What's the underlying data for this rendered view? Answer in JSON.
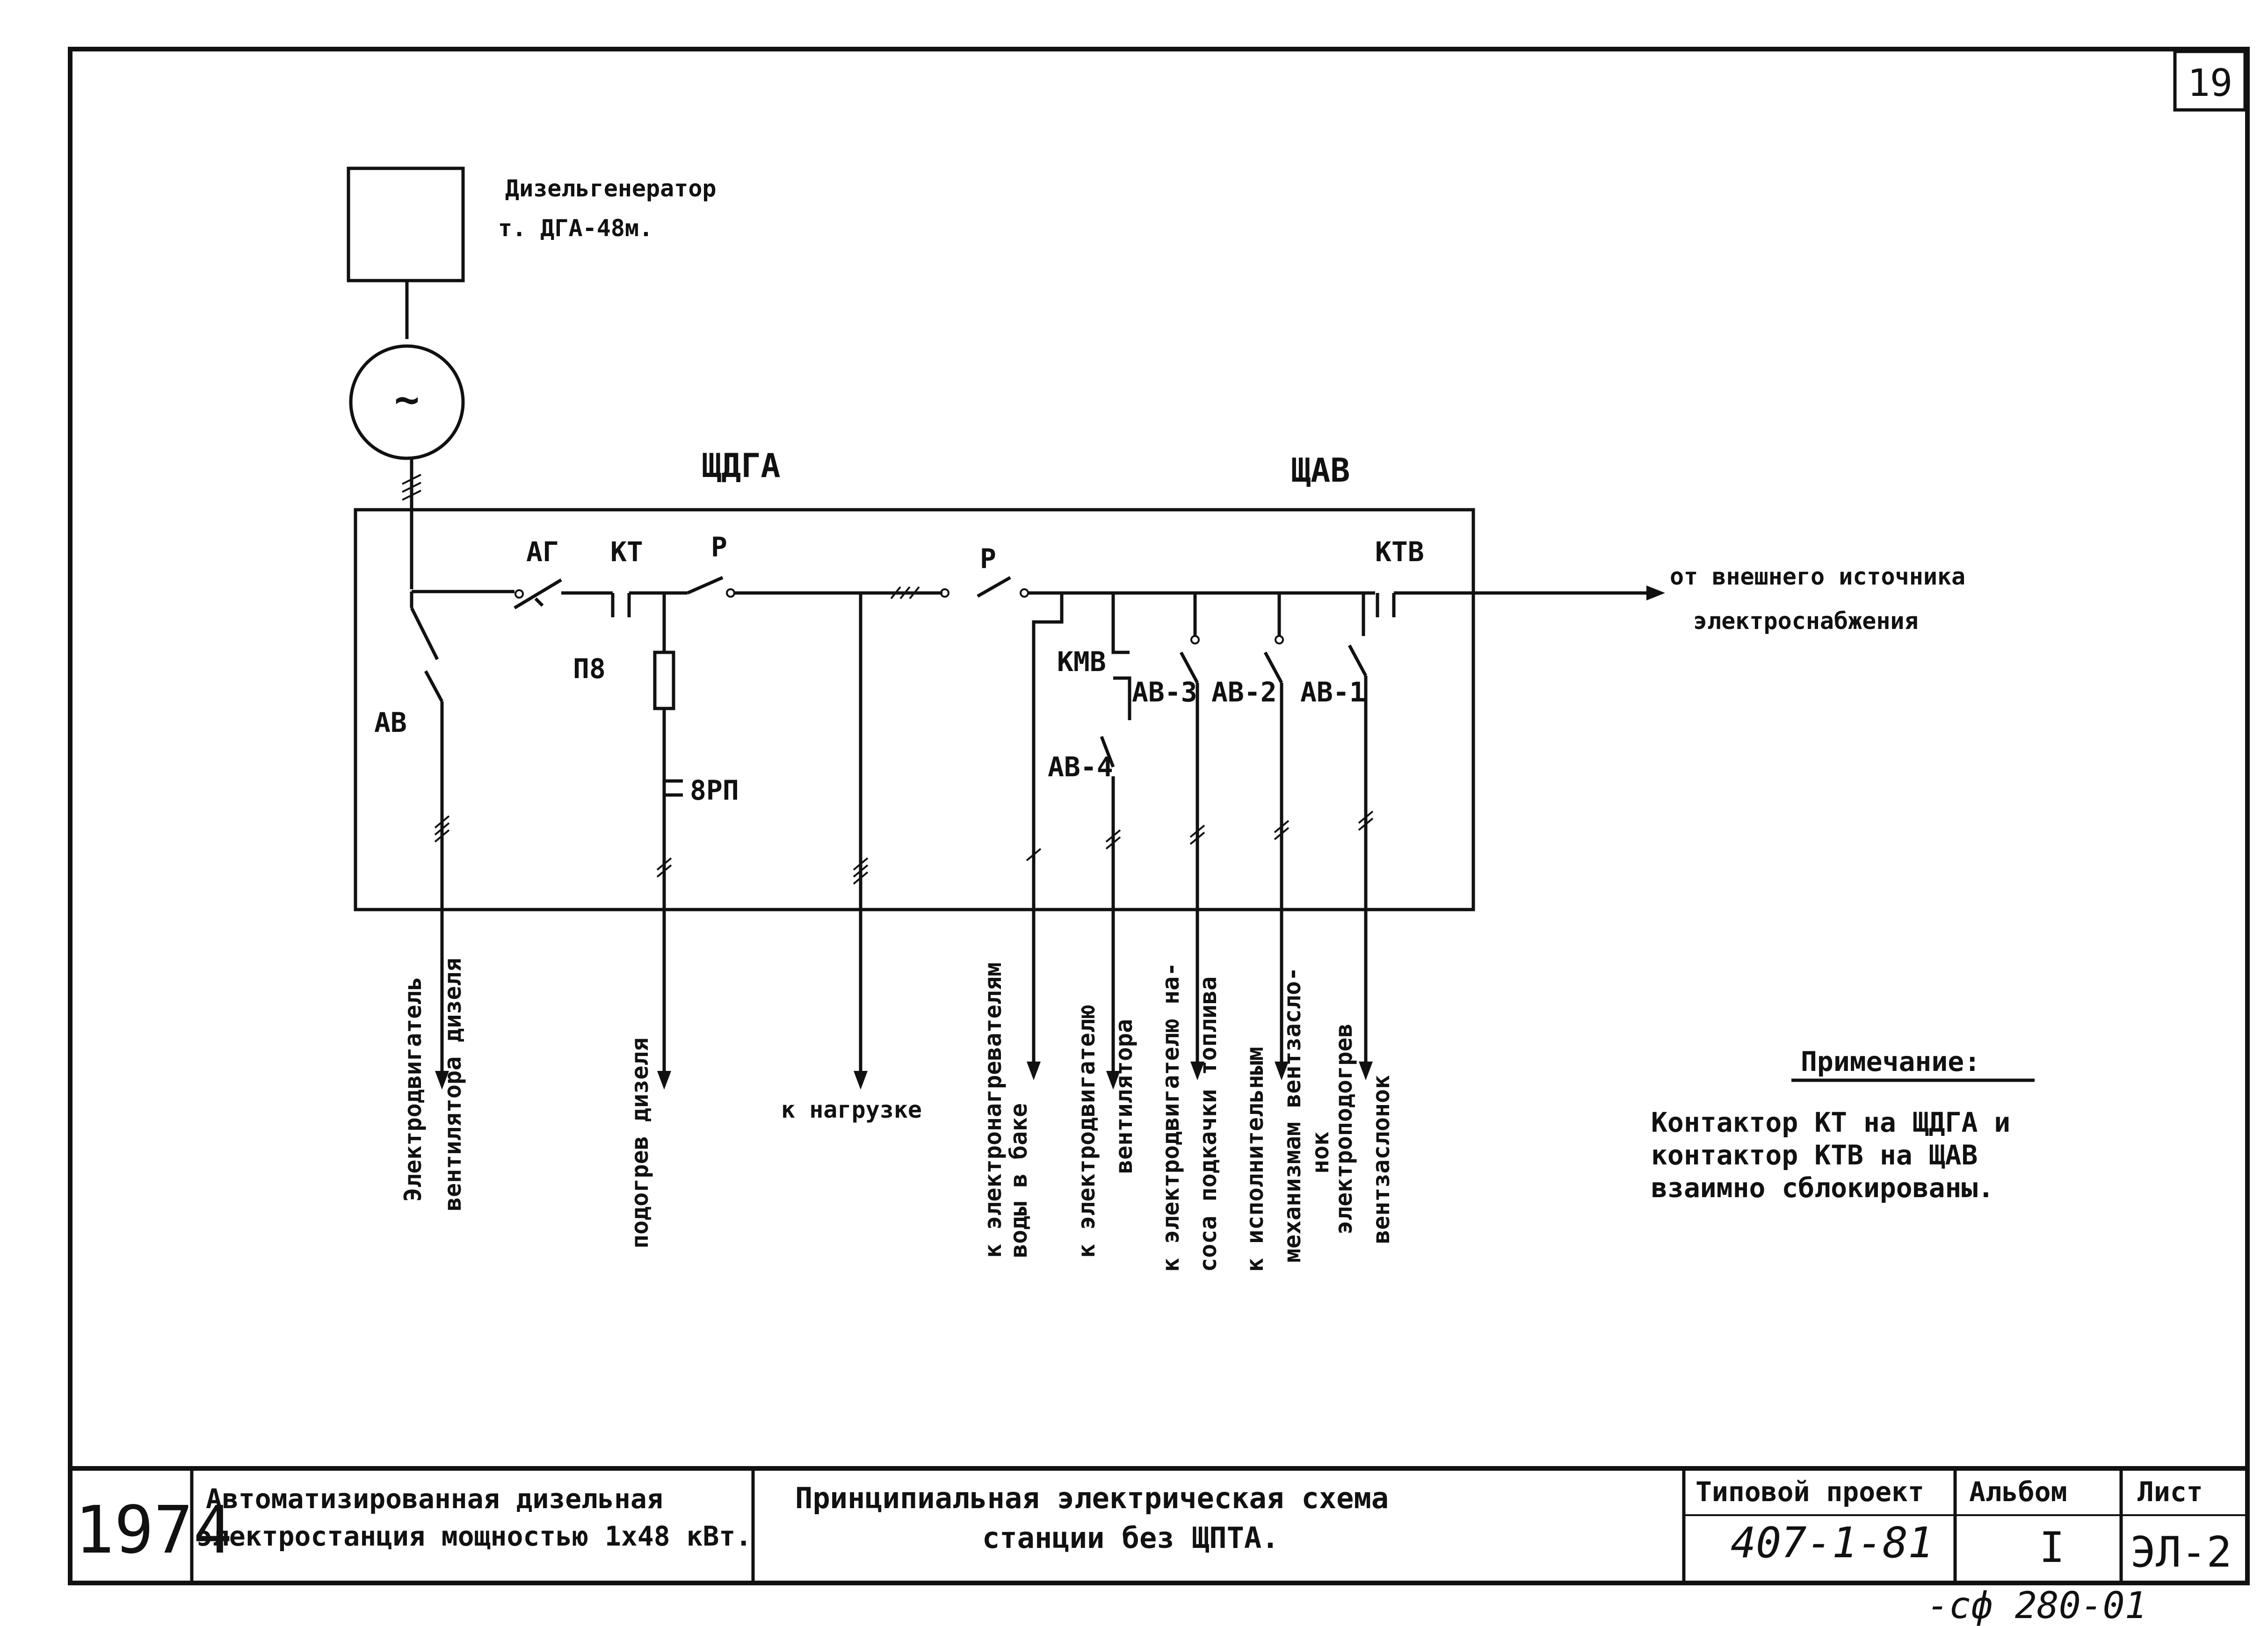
{
  "sheet_number": "19",
  "generator_box": {
    "title": "Дизельгенератор",
    "type": "т. ДГА-48м."
  },
  "generator_symbol": "~",
  "panels": {
    "left": "ЩДГА",
    "right": "ЩАВ"
  },
  "device_labels": {
    "ag": "АГ",
    "kt": "КТ",
    "p1": "Р",
    "p2": "Р",
    "ktv": "КТВ",
    "p8": "П8",
    "av": "АВ",
    "vrp": "8РП",
    "kmv": "КМВ",
    "av4": "АВ-4",
    "av3": "АВ-3",
    "av2": "АВ-2",
    "av1": "АВ-1"
  },
  "external_source": [
    "от внешнего источника",
    "электроснабжения"
  ],
  "outputs": {
    "fan_motor": [
      "Электродвигатель",
      "вентилятора дизеля"
    ],
    "heating": [
      "подогрев дизеля"
    ],
    "load": [
      "к нагрузке"
    ],
    "water_heaters": [
      "к электронагревателям",
      "воды в баке"
    ],
    "fan_motor2": [
      "к электродвигателю",
      "вентилятора"
    ],
    "pump_motor": [
      "к электродвигателю на-",
      "соса подкачки топлива"
    ],
    "actuators": [
      "к исполнительным",
      "механизмам вентзасло-",
      "нок"
    ],
    "valve_heating": [
      "электроподогрев",
      "вентзаслонок"
    ]
  },
  "note": {
    "title": "Примечание:",
    "lines": [
      "Контактор КТ на ЩДГА и",
      "контактор КТВ на ЩАВ",
      "взаимно сблокированы."
    ]
  },
  "title_block": {
    "year": "1974",
    "object": [
      "Автоматизированная дизельная",
      "электростанция мощностью 1х48 кВт."
    ],
    "drawing": [
      "Принципиальная электрическая схема",
      "станции без ЩПТА."
    ],
    "project_label": "Типовой проект",
    "project_number": "407-1-81",
    "album_label": "Альбом",
    "album_value": "I",
    "sheet_label": "Лист",
    "sheet_value": "ЭЛ-2"
  },
  "stamp": "-сф 280-01"
}
